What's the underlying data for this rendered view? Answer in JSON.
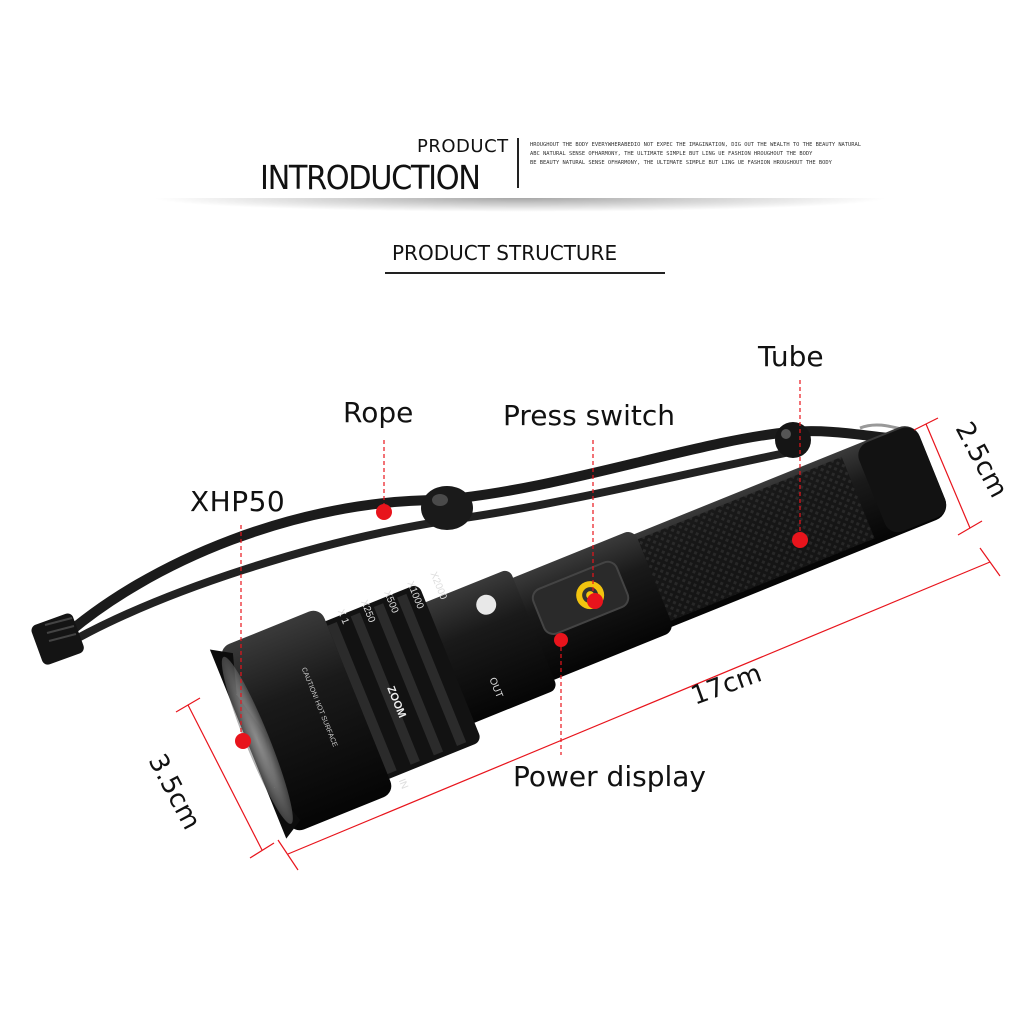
{
  "header": {
    "title_small": "PRODUCT",
    "title_big": "INTRODUCTION",
    "blurb_lines": [
      "HROUGHOUT THE BODY EVERYWHERABEDIO NOT EXPEC THE IMAGINATION, DIG OUT THE WEALTH TO THE BEAUTY NATURAL",
      "ABC NATURAL SENSE OFHARMONY, THE ULTIMATE SIMPLE BUT LING UE FASHION HROUGHOUT THE BODY",
      "BE BEAUTY NATURAL SENSE OFHARMONY, THE ULTIMATE SIMPLE BUT LING UE FASHION HROUGHOUT THE BODY"
    ]
  },
  "section_title": "PRODUCT STRUCTURE",
  "callouts": {
    "xhp50": "XHP50",
    "rope": "Rope",
    "press_switch": "Press switch",
    "tube": "Tube",
    "power_display": "Power display"
  },
  "dimensions": {
    "length": "17cm",
    "head_diameter": "3.5cm",
    "tail_diameter": "2.5cm"
  },
  "zoom_ring": {
    "marks": [
      "X 1",
      "X250",
      "X500",
      "X1000",
      "X2000"
    ],
    "zoom_label": "ZOOM",
    "in_label": "IN",
    "out_label": "OUT",
    "warning": "CAUTION! HOT SURFACE"
  },
  "colors": {
    "accent": "#e8141c",
    "body": "#161616",
    "indicator": "#f2c40f"
  }
}
